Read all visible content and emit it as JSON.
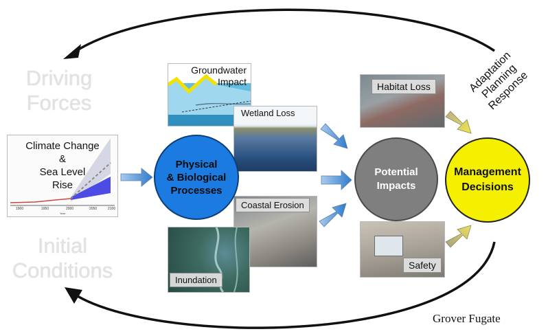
{
  "driving_forces": [
    "Driving",
    "Forces"
  ],
  "initial_conditions": [
    "Initial",
    "Conditions"
  ],
  "climate_box": {
    "title": [
      "Climate Change",
      "&",
      "Sea Level",
      "Rise"
    ],
    "x_ticks": [
      "1900",
      "1950",
      "2000",
      "2050",
      "2100"
    ],
    "x_label": "Year"
  },
  "physical": [
    "Physical",
    "& Biological",
    "Processes"
  ],
  "potential": [
    "Potential",
    "Impacts"
  ],
  "management": [
    "Management",
    "Decisions"
  ],
  "feedback": [
    "Adaptation",
    "Planning",
    "Response"
  ],
  "photos": {
    "groundwater": [
      "Groundwater",
      "Impact"
    ],
    "wetland": "Wetland Loss",
    "coastal": "Coastal Erosion",
    "inundation": "Inundation",
    "habitat": "Habitat Loss",
    "safety": "Safety"
  },
  "credit": "Grover Fugate",
  "colors": {
    "physical_fill": "#1b7be0",
    "potential_fill": "#7f7f7f",
    "management_fill": "#f4f000",
    "arrow_blue": "#4a8fd8",
    "arrow_yellow": "#e3da45"
  }
}
